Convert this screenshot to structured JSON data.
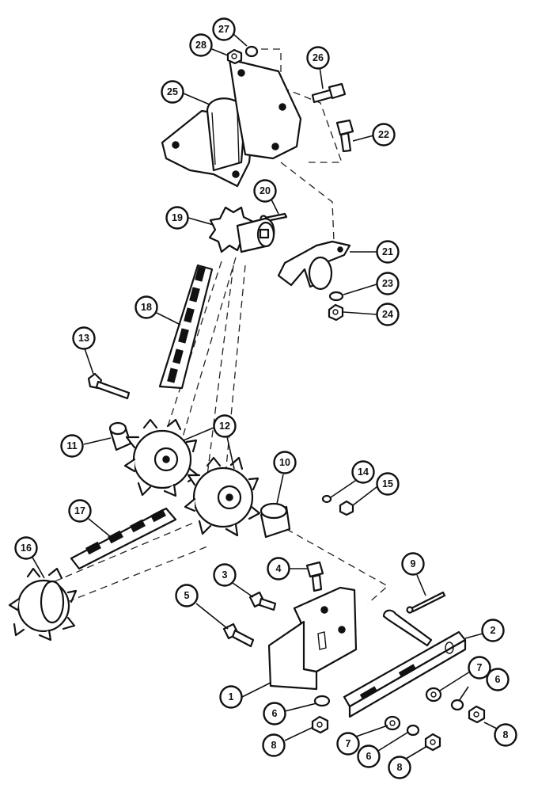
{
  "diagram": {
    "callouts": [
      {
        "label": "1"
      },
      {
        "label": "2"
      },
      {
        "label": "3"
      },
      {
        "label": "4"
      },
      {
        "label": "5"
      },
      {
        "label": "6"
      },
      {
        "label": "6"
      },
      {
        "label": "6"
      },
      {
        "label": "7"
      },
      {
        "label": "7"
      },
      {
        "label": "8"
      },
      {
        "label": "8"
      },
      {
        "label": "8"
      },
      {
        "label": "9"
      },
      {
        "label": "10"
      },
      {
        "label": "11"
      },
      {
        "label": "12"
      },
      {
        "label": "13"
      },
      {
        "label": "14"
      },
      {
        "label": "15"
      },
      {
        "label": "16"
      },
      {
        "label": "17"
      },
      {
        "label": "18"
      },
      {
        "label": "19"
      },
      {
        "label": "20"
      },
      {
        "label": "21"
      },
      {
        "label": "22"
      },
      {
        "label": "23"
      },
      {
        "label": "24"
      },
      {
        "label": "25"
      },
      {
        "label": "26"
      },
      {
        "label": "27"
      },
      {
        "label": "28"
      }
    ]
  }
}
